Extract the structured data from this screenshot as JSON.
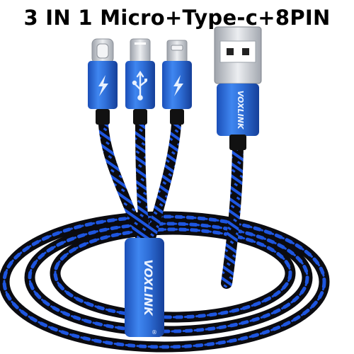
{
  "product": {
    "headline": "3 IN 1 Micro+Type-c+8PIN",
    "brand": "VOXLINK",
    "trademark": "®"
  },
  "colors": {
    "background": "#ffffff",
    "aluminum_blue": "#2f6fd8",
    "braid_blue": "#1e56e0",
    "braid_black": "#0b0b10",
    "metal_silver": "#c9ccd2"
  },
  "connectors": [
    {
      "type": "Type-C",
      "badge_icon": "lightning-icon"
    },
    {
      "type": "8PIN",
      "badge_icon": "usb-icon"
    },
    {
      "type": "Micro",
      "badge_icon": "lightning-icon"
    },
    {
      "type": "USB-A",
      "badge_icon": "brand-text"
    }
  ]
}
